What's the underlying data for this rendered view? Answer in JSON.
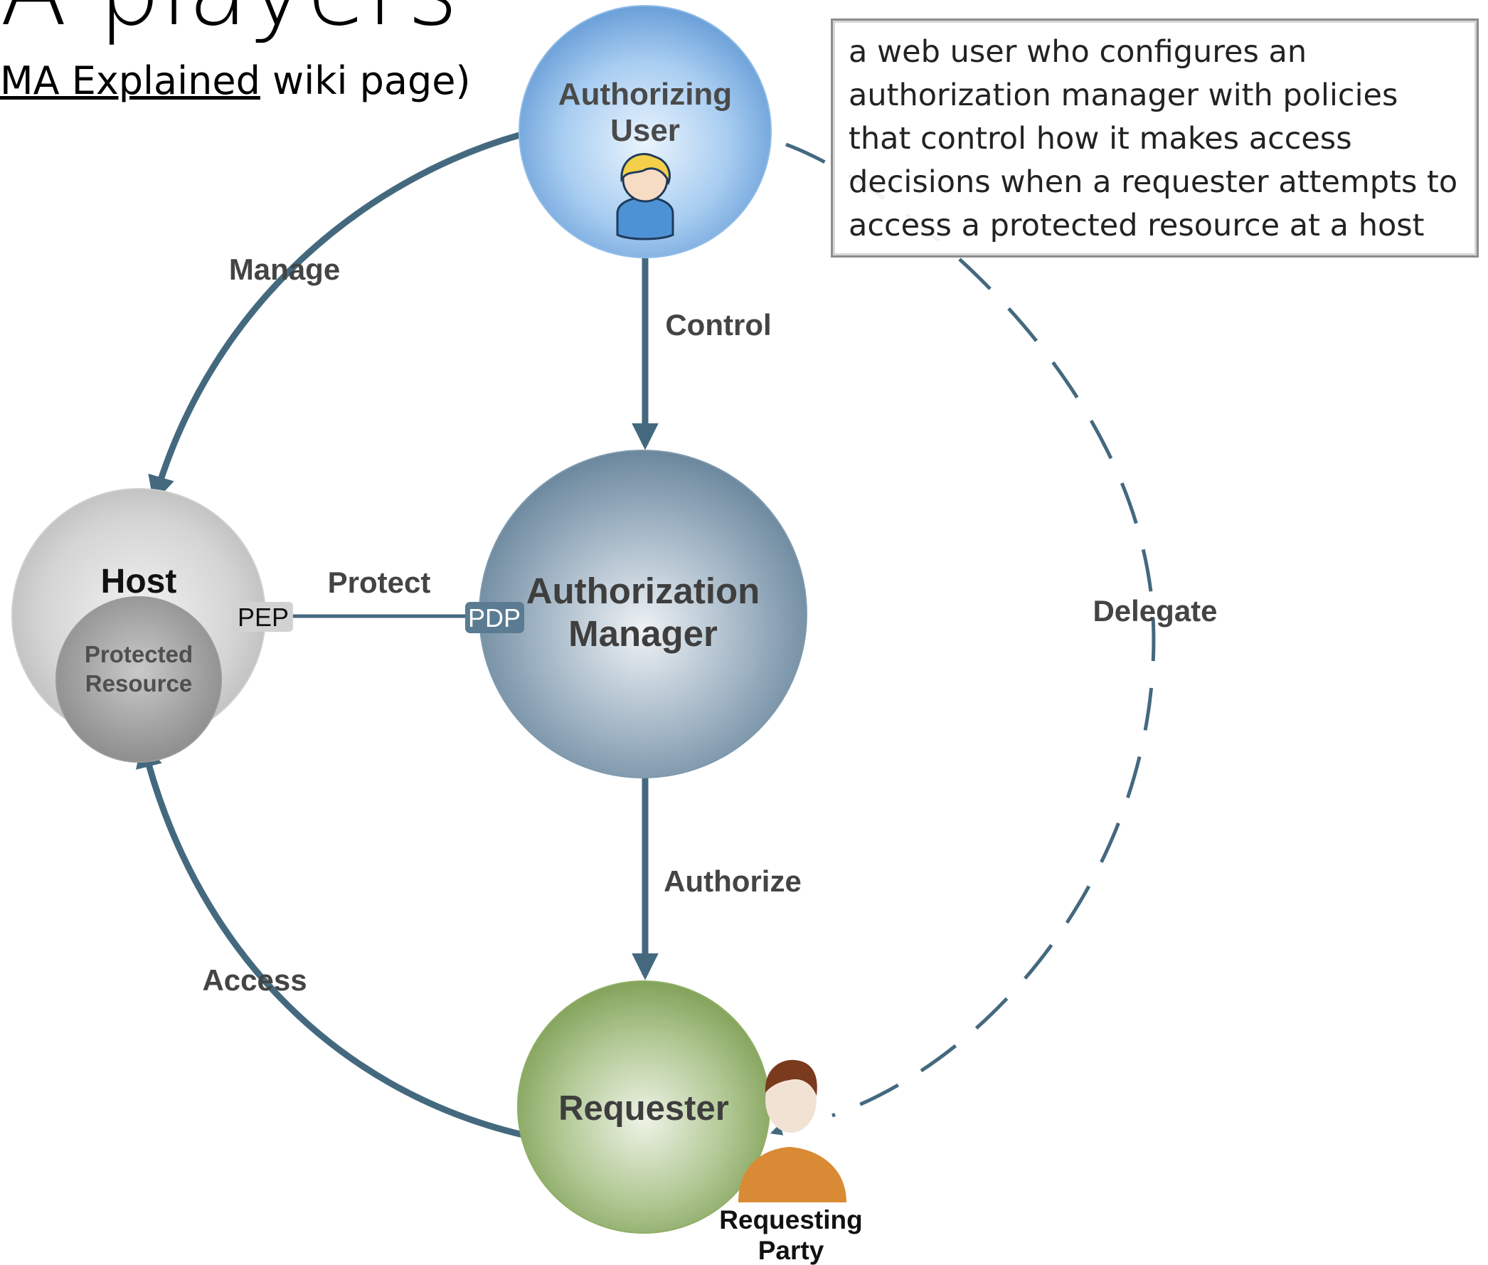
{
  "title": "A players",
  "subtitle": {
    "link_text": "MA Explained",
    "rest": " wiki page)"
  },
  "callout": {
    "text": "a web user who configures an authorization manager with policies that control how it makes access decisions when a requester attempts to access a protected resource at a host"
  },
  "nodes": {
    "authorizing_user": {
      "line1": "Authorizing",
      "line2": "User"
    },
    "authorization_manager": {
      "line1": "Authorization",
      "line2": "Manager",
      "tag": "PDP"
    },
    "host": {
      "label": "Host",
      "tag": "PEP",
      "inner_line1": "Protected",
      "inner_line2": "Resource"
    },
    "requester": {
      "label": "Requester",
      "party_line1": "Requesting",
      "party_line2": "Party"
    }
  },
  "edges": {
    "manage": "Manage",
    "control": "Control",
    "protect": "Protect",
    "authorize": "Authorize",
    "access": "Access",
    "delegate": "Delegate"
  },
  "colors": {
    "arrow": "#44697f",
    "user_circle": "#7fb2e6",
    "manager_circle": "#7c97ac",
    "host_circle": "#cfcfcf",
    "requester_circle": "#93b16a"
  },
  "icons": [
    "user-icon",
    "requesting-party-icon"
  ]
}
